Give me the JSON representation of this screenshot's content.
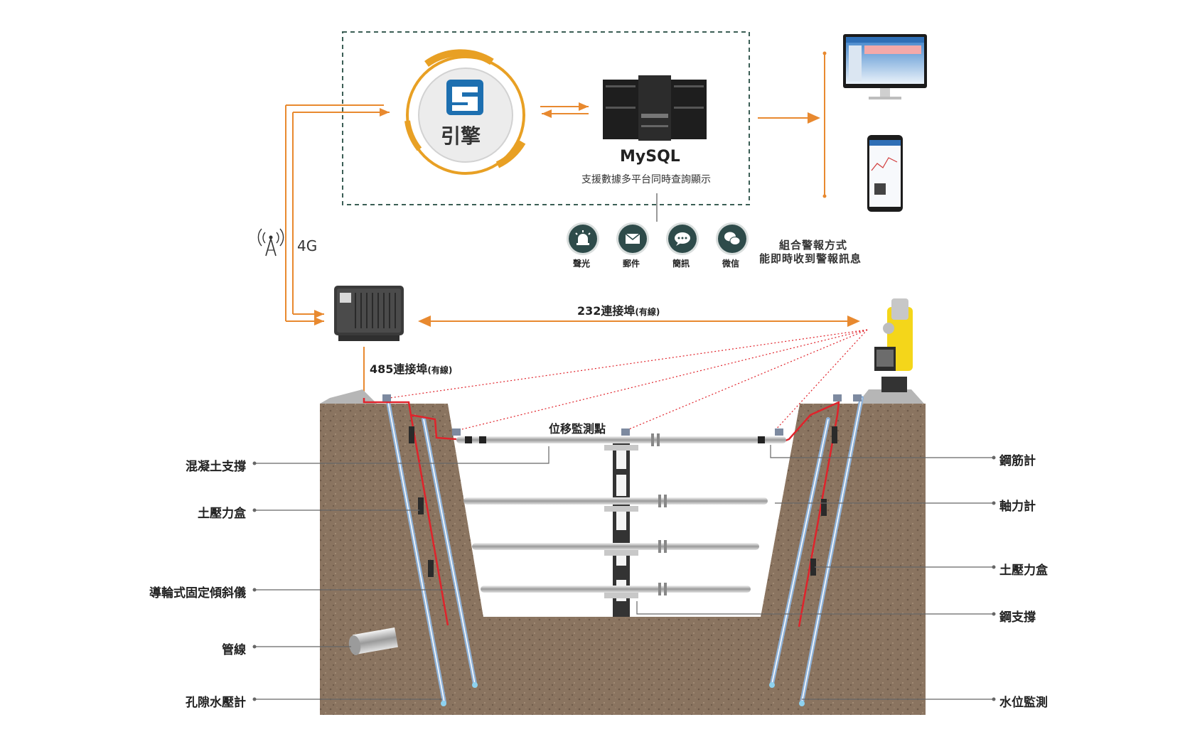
{
  "engine": {
    "label": "引擎"
  },
  "database": {
    "name": "MySQL",
    "subtitle": "支援數據多平台同時查詢顯示"
  },
  "network": {
    "label": "4G"
  },
  "alarms": {
    "items": [
      {
        "label": "聲光",
        "icon": "alarm-light-icon"
      },
      {
        "label": "郵件",
        "icon": "mail-icon"
      },
      {
        "label": "簡訊",
        "icon": "sms-icon"
      },
      {
        "label": "微信",
        "icon": "wechat-icon"
      }
    ],
    "note_line1": "組合警報方式",
    "note_line2": "能即時收到警報訊息"
  },
  "links": {
    "rs232_main": "232連接埠",
    "rs232_sub": "(有線)",
    "rs485_main": "485連接埠",
    "rs485_sub": "(有線)"
  },
  "displacement_point": "位移監測點",
  "left_labels": [
    "混凝土支撐",
    "土壓力盒",
    "導輪式固定傾斜儀",
    "管線",
    "孔隙水壓計"
  ],
  "right_labels": [
    "鋼筋計",
    "軸力計",
    "土壓力盒",
    "鋼支撐",
    "水位監測"
  ],
  "colors": {
    "accent_orange": "#e8892f",
    "engine_blue": "#1d6fb0",
    "soil": "#8a7460",
    "cable_red": "#e0232b",
    "dashed_box": "#3b5e55"
  }
}
